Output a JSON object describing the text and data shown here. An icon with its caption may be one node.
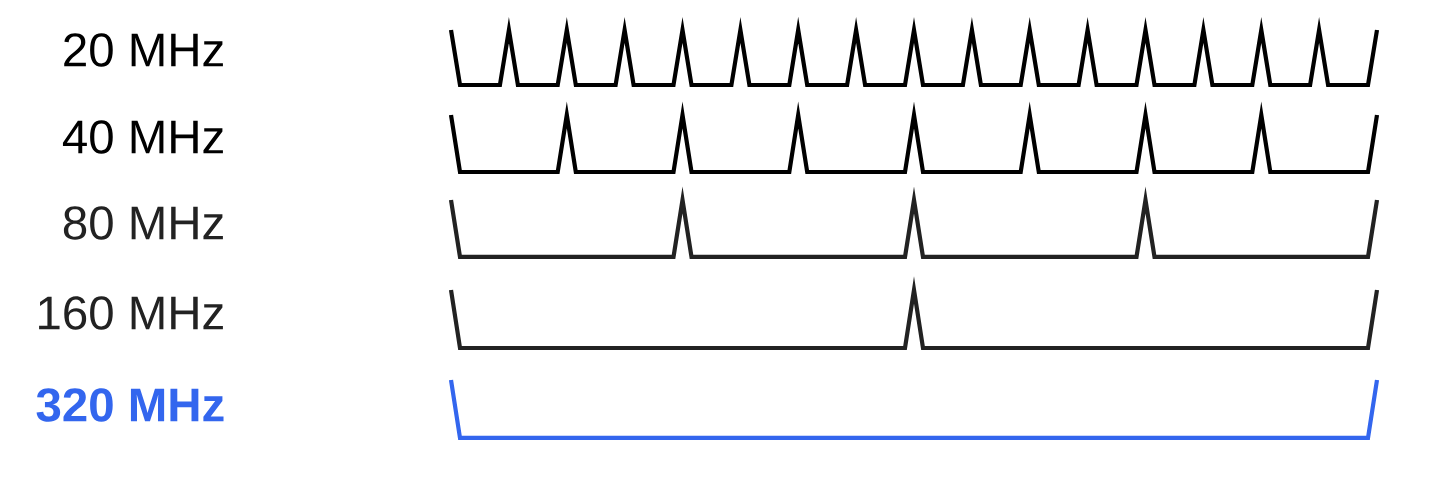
{
  "diagram": {
    "labels": [
      "20 MHz",
      "40 MHz",
      "80 MHz",
      "160 MHz",
      "320 MHz"
    ]
  }
}
